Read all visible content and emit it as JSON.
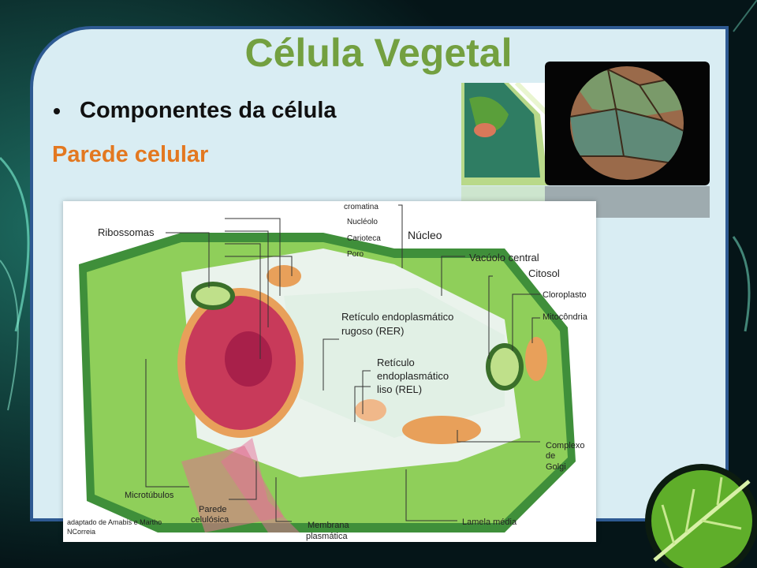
{
  "slide": {
    "title": "Célula Vegetal",
    "bullet": "Componentes da célula",
    "subtitle": "Parede celular"
  },
  "diagram": {
    "labels": {
      "cromatina": "cromatina",
      "nucleolo": "Nucléolo",
      "carioteca": "Carioteca",
      "poro": "Poro",
      "nucleo": "Núcleo",
      "ribossomas": "Ribossomas",
      "vacuolo": "Vacúolo central",
      "citosol": "Citosol",
      "cloroplasto": "Cloroplasto",
      "mitocondria": "Mitocôndria",
      "rer_line1": "Retículo endoplasmático",
      "rer_line2": "rugoso (RER)",
      "rel_line1": "Retículo",
      "rel_line2": "endoplasmático",
      "rel_line3": "liso (REL)",
      "golgi_line1": "Complexo",
      "golgi_line2": "de",
      "golgi_line3": "Golgi",
      "microtubulos": "Microtúbulos",
      "parede_line1": "Parede",
      "parede_line2": "celulósica",
      "membrana_line1": "Membrana",
      "membrana_line2": "plasmática",
      "lamela": "Lamela média",
      "credit_line1": "adaptado de Amabis e Martho",
      "credit_line2": "NCorreia"
    }
  },
  "colors": {
    "title": "#73a040",
    "subtitle": "#e37820",
    "panel_border": "#2e5a92",
    "panel_bg": "#d9edf3"
  }
}
